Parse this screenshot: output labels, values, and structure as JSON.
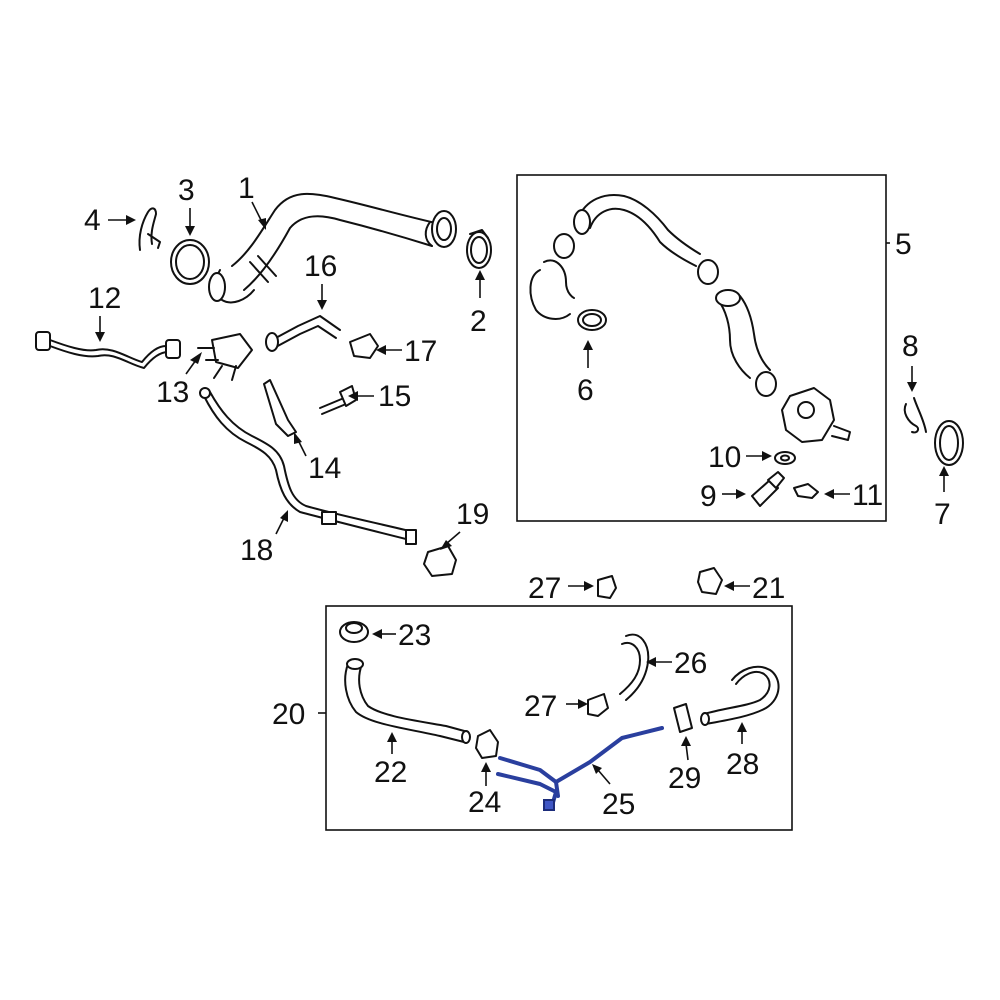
{
  "diagram": {
    "highlight_color": "#3f56c4",
    "callouts": {
      "c1": "1",
      "c2": "2",
      "c3": "3",
      "c4": "4",
      "c5": "5",
      "c6": "6",
      "c7": "7",
      "c8": "8",
      "c9": "9",
      "c10": "10",
      "c11": "11",
      "c12": "12",
      "c13": "13",
      "c14": "14",
      "c15": "15",
      "c16": "16",
      "c17": "17",
      "c18": "18",
      "c19": "19",
      "c20": "20",
      "c21": "21",
      "c22": "22",
      "c23": "23",
      "c24": "24",
      "c25": "25",
      "c26": "26",
      "c27a": "27",
      "c27b": "27",
      "c28": "28",
      "c29": "29"
    }
  }
}
